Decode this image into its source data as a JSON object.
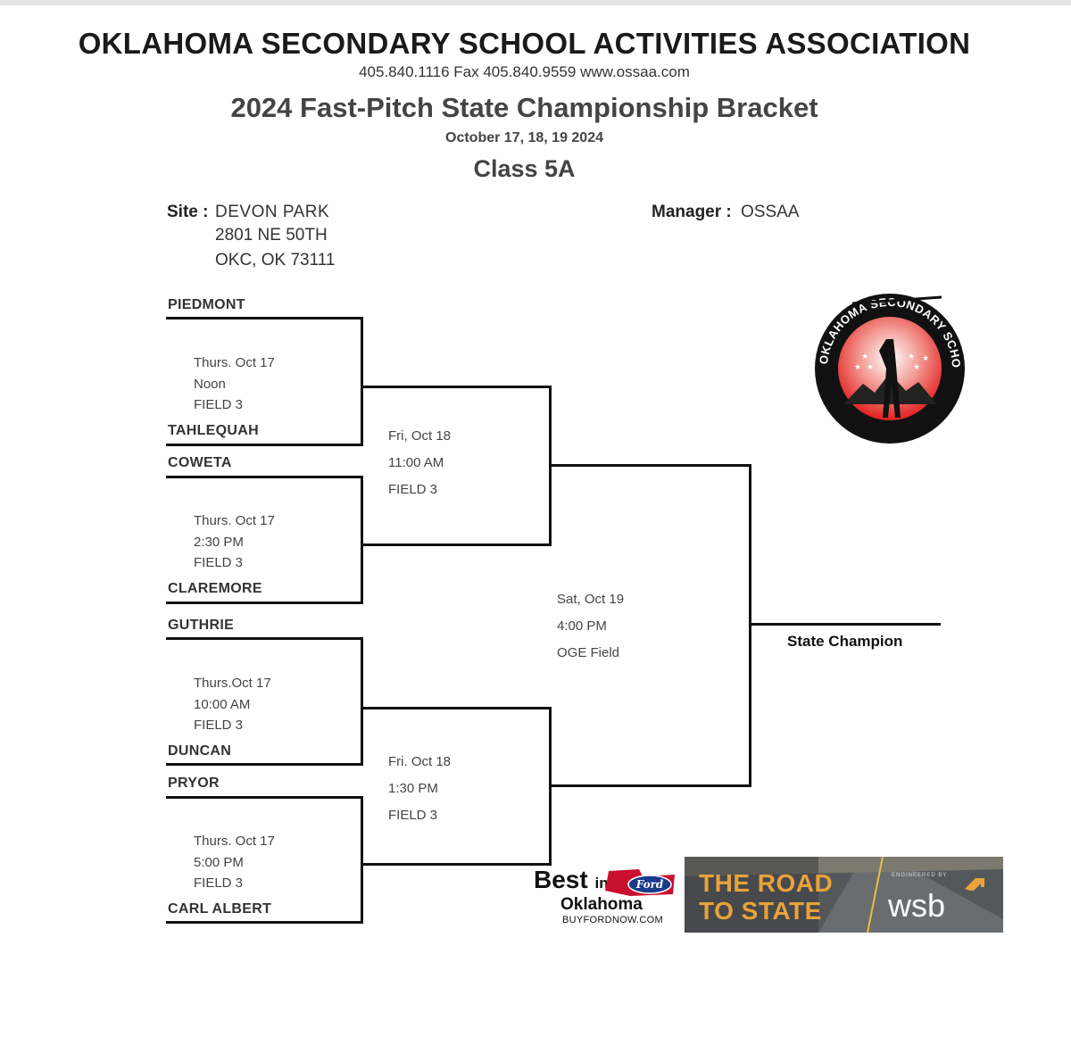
{
  "header": {
    "org": "OKLAHOMA SECONDARY SCHOOL ACTIVITIES ASSOCIATION",
    "contact": "405.840.1116    Fax 405.840.9559  www.ossaa.com",
    "title": "2024 Fast-Pitch State Championship Bracket",
    "dates": "October 17, 18, 19 2024",
    "class": "Class 5A"
  },
  "site": {
    "label": "Site :",
    "name": "DEVON  PARK",
    "address1": "2801 NE 50TH",
    "address2": "OKC, OK 73111"
  },
  "manager": {
    "label": "Manager :",
    "name": "OSSAA"
  },
  "round1": [
    {
      "team_top": "PIEDMONT",
      "team_bottom": "TAHLEQUAH",
      "day": "Thurs. Oct 17",
      "time": "Noon",
      "field": "FIELD 3"
    },
    {
      "team_top": "COWETA",
      "team_bottom": "CLAREMORE",
      "day": "Thurs. Oct 17",
      "time": "2:30 PM",
      "field": "FIELD 3"
    },
    {
      "team_top": "GUTHRIE",
      "team_bottom": "DUNCAN",
      "day": "Thurs.Oct 17",
      "time": "10:00 AM",
      "field": "FIELD 3"
    },
    {
      "team_top": "PRYOR",
      "team_bottom": "CARL ALBERT",
      "day": "Thurs. Oct 17",
      "time": "5:00 PM",
      "field": "FIELD 3"
    }
  ],
  "semifinals": [
    {
      "day": "Fri, Oct 18",
      "time": "11:00 AM",
      "field": "FIELD 3"
    },
    {
      "day": "Fri. Oct 18",
      "time": "1:30 PM",
      "field": "FIELD 3"
    }
  ],
  "final": {
    "day": "Sat, Oct 19",
    "time": "4:00 PM",
    "field": "OGE Field"
  },
  "champion_label": "State Champion",
  "logo": {
    "icon": "ossaa-seal-icon",
    "text": "OKLAHOMA SECONDARY SCHOOL ACTIVITIES ASSOCIATION",
    "colors": {
      "red": "#e02020",
      "black": "#111111"
    }
  },
  "sponsors": {
    "ford": {
      "best": "Best",
      "in": "in",
      "state": "Oklahoma",
      "url": "BUYFORDNOW.COM",
      "brand": "Ford"
    },
    "road": {
      "line1": "THE ROAD",
      "line2": "TO STATE",
      "engineered": "ENGINEERED BY",
      "brand": "wsb",
      "accent": "#e8a33a"
    }
  }
}
